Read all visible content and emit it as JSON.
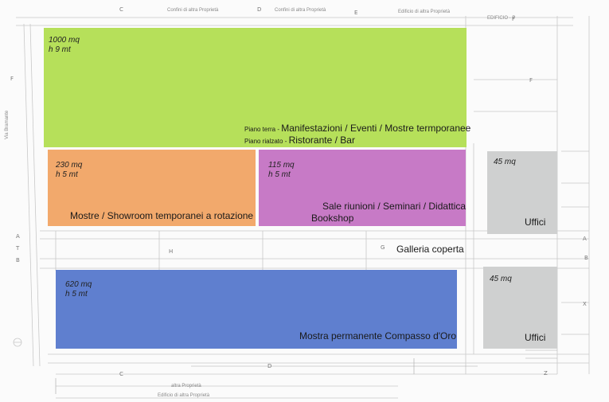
{
  "colors": {
    "green": "#b6e05a",
    "orange": "#f2a96c",
    "magenta": "#c77ac6",
    "blue": "#5f7fcf",
    "gray": "#cfd0d0"
  },
  "zones": {
    "green": {
      "area": "1000 mq",
      "height": "h 9 mt",
      "line1_prefix": "Piano terra - ",
      "line1_main": "Manifestazioni / Eventi / Mostre termporanee",
      "line2_prefix": "Piano rialzato - ",
      "line2_main": "Ristorante / Bar"
    },
    "orange": {
      "area": "230 mq",
      "height": "h 5 mt",
      "label": "Mostre / Showroom temporanei a rotazione"
    },
    "magenta": {
      "area": "115 mq",
      "height": "h 5 mt",
      "label_line1": "Sale riunioni / Seminari / Didattica",
      "label_line2": "Bookshop"
    },
    "gray_top": {
      "area": "45 mq",
      "label": "Uffici"
    },
    "blue": {
      "area": "620 mq",
      "height": "h 5 mt",
      "label": "Mostra permanente Compasso d'Oro"
    },
    "gray_bottom": {
      "area": "45 mq",
      "label": "Uffici"
    }
  },
  "corridor": {
    "label": "Galleria coperta"
  },
  "plan_text": {
    "top_left": "Confini di altra Proprietà",
    "top_mid": "Confini di altra Proprietà",
    "top_right": "Edificio di altra Proprietà",
    "top_far_right": "EDIFICIO - P",
    "bottom_left": "altra Proprietà",
    "bottom_mid": "Edificio di altra Proprietà",
    "left_side": "Via Bramante"
  },
  "grid_letters": {
    "c1": "C",
    "d1": "D",
    "e1": "E",
    "f1": "F",
    "f_left": "F",
    "f_right": "F",
    "a_left": "A",
    "t_left": "T",
    "b_left": "B",
    "h_mid": "H",
    "g_mid": "G",
    "a_right": "A",
    "b_right": "B",
    "x_right": "X",
    "c_bottom": "C",
    "z_right": "Z",
    "d_bottom": "D"
  }
}
